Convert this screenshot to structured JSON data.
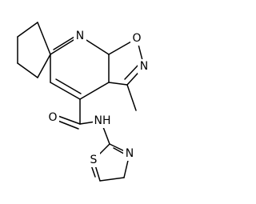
{
  "molecule": {
    "atoms": {
      "n_pyridine": "N",
      "o_isoxazole": "O",
      "n_isoxazole": "N",
      "o_carbonyl": "O",
      "n_amide": "NH",
      "n_thiazole": "N",
      "s_thiazole": "S"
    }
  },
  "colors": {
    "bond": "#000000",
    "text": "#000000",
    "background": "#ffffff"
  }
}
